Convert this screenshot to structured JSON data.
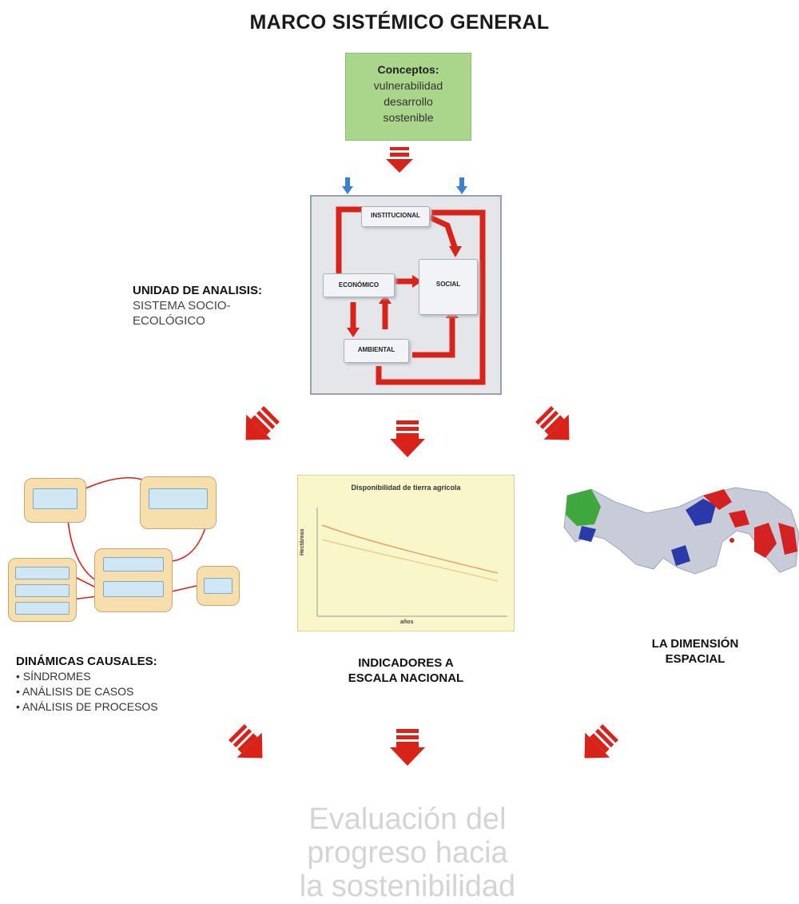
{
  "title": "MARCO SISTÉMICO GENERAL",
  "concepts": {
    "heading": "Conceptos:",
    "lines": [
      "vulnerabilidad",
      "desarrollo",
      "sostenible"
    ]
  },
  "system_nodes": {
    "institutional": "INSTITUCIONAL",
    "economic": "ECONÓMICO",
    "social": "SOCIAL",
    "environmental": "AMBIENTAL"
  },
  "unit_analysis": {
    "heading": "UNIDAD DE ANALISIS:",
    "sub1": "SISTEMA SOCIO-",
    "sub2": "ECOLÓGICO"
  },
  "causal": {
    "heading": "DINÁMICAS CAUSALES:",
    "items": [
      "SÍNDROMES",
      "ANÁLISIS DE CASOS",
      "ANÁLISIS DE PROCESOS"
    ]
  },
  "indicators": {
    "label_line1": "INDICADORES A",
    "label_line2": "ESCALA NACIONAL",
    "chart_title": "Disponibilidad de tierra agrícola",
    "ylabel": "Hectáreas",
    "xlabel": "años"
  },
  "spatial": {
    "line1": "LA DIMENSIÓN",
    "line2": "ESPACIAL"
  },
  "evaluation": {
    "line1": "Evaluación del",
    "line2": "progreso hacia",
    "line3": "la sostenibilidad"
  },
  "colors": {
    "arrow_red": "#d8231b",
    "concept_green": "#a9d68a",
    "map_green": "#3ea83e",
    "map_blue": "#2a3aa8",
    "map_red": "#d42222"
  }
}
